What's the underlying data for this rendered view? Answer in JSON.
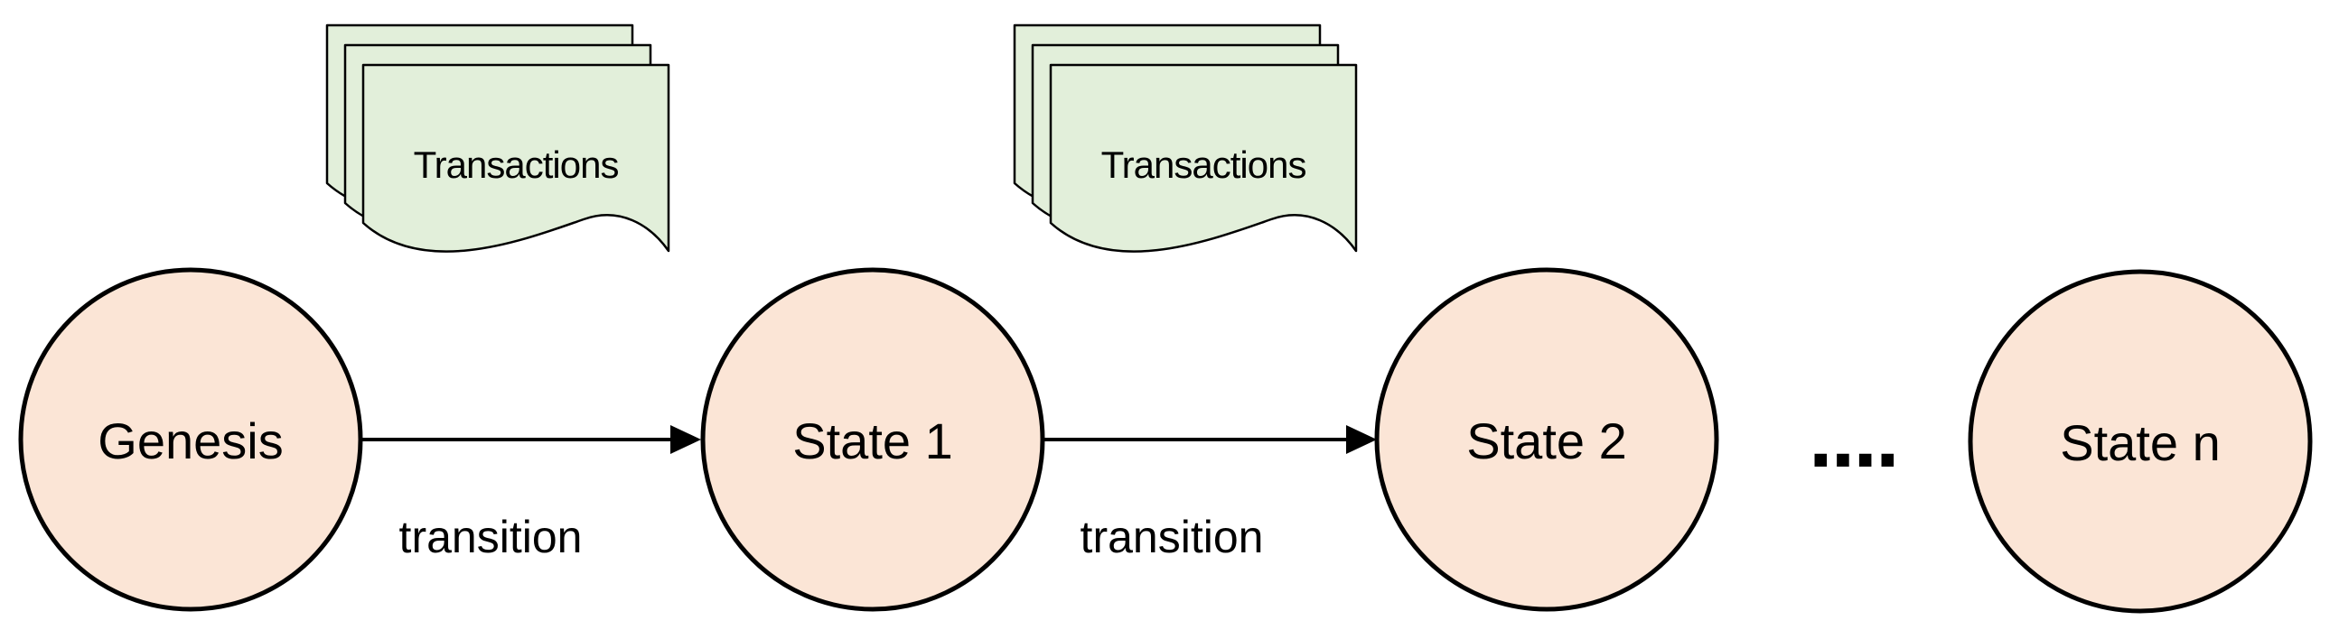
{
  "diagram": {
    "nodes": [
      {
        "id": "genesis",
        "label": "Genesis"
      },
      {
        "id": "state-1",
        "label": "State 1"
      },
      {
        "id": "state-2",
        "label": "State 2"
      },
      {
        "id": "state-n",
        "label": "State n"
      }
    ],
    "edges": [
      {
        "from": "Genesis",
        "to": "State 1",
        "label": "transition"
      },
      {
        "from": "State 1",
        "to": "State 2",
        "label": "transition"
      }
    ],
    "transaction_stacks": [
      {
        "label": "Transactions",
        "sheets": 3
      },
      {
        "label": "Transactions",
        "sheets": 3
      }
    ],
    "ellipsis": "....",
    "colors": {
      "state_fill": "#FBE5D6",
      "state_stroke": "#000000",
      "document_fill": "#E2EFDA",
      "document_stroke": "#000000",
      "arrow": "#000000",
      "text": "#000000",
      "background": "#FFFFFF"
    }
  }
}
